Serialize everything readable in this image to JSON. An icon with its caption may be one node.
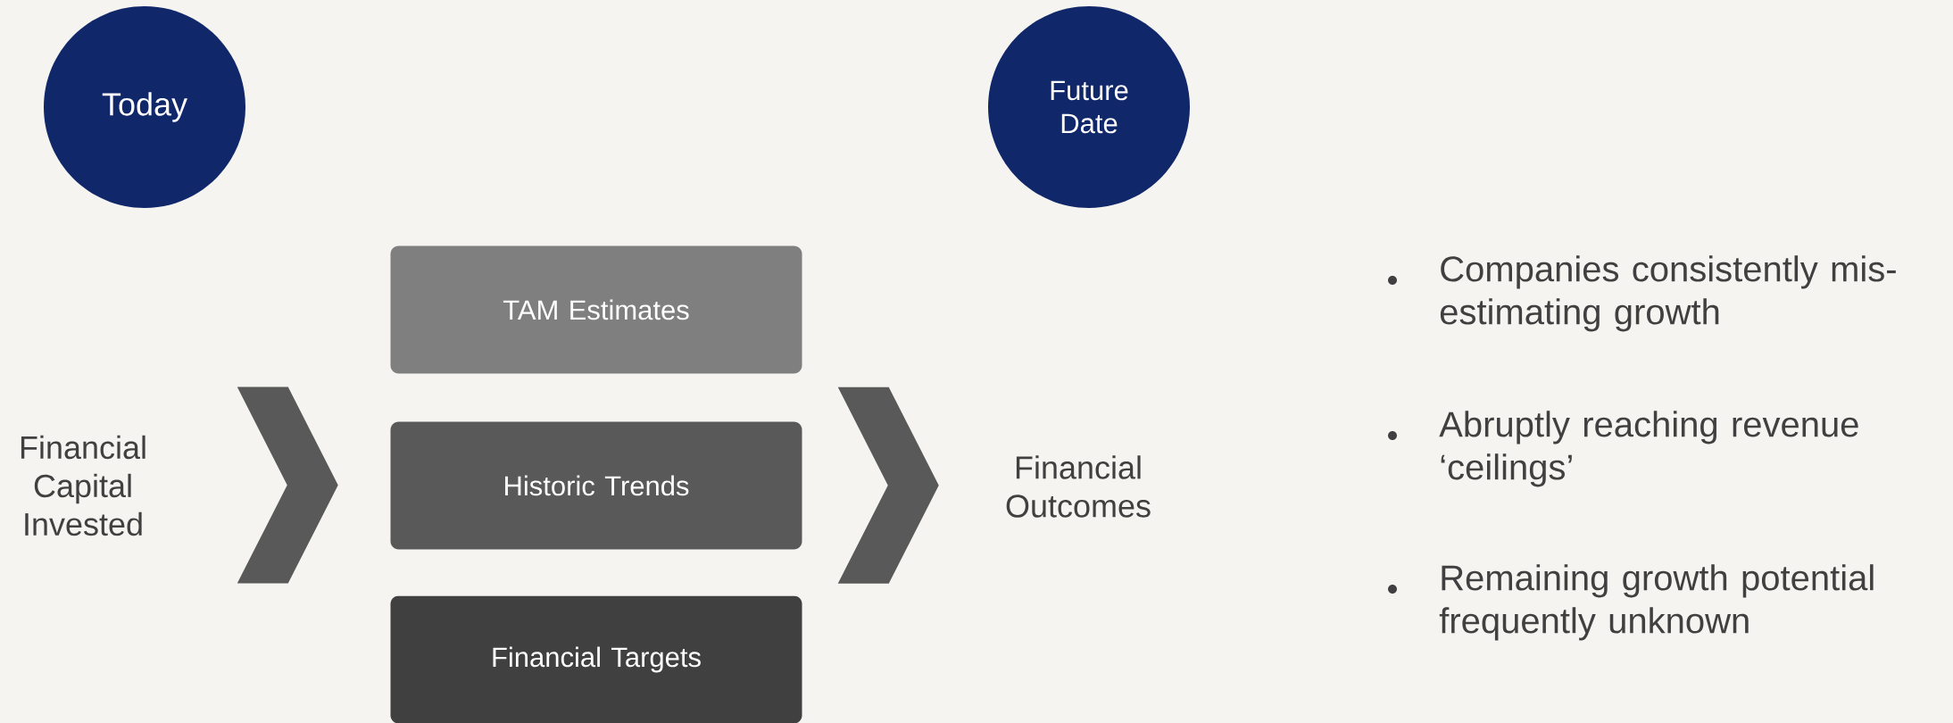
{
  "diagram": {
    "nodes": [
      {
        "text": [
          "Today"
        ]
      },
      {
        "text": [
          "Future Date"
        ]
      },
      {
        "text": [
          "Financial Capital Invested"
        ]
      },
      {
        "text": [
          "TAM Estimates"
        ]
      },
      {
        "text": [
          "Historic Trends"
        ]
      },
      {
        "text": [
          "Financial Targets"
        ]
      },
      {
        "text": [
          "Financial Outcomes"
        ]
      }
    ],
    "edges": [
      {
        "from": 2,
        "to": 3,
        "arrow": "to"
      },
      {
        "from": 2,
        "to": 4,
        "arrow": "to"
      },
      {
        "from": 2,
        "to": 5,
        "arrow": "to"
      },
      {
        "from": 3,
        "to": 6,
        "arrow": "to"
      },
      {
        "from": 4,
        "to": 6,
        "arrow": "to"
      },
      {
        "from": 5,
        "to": 6,
        "arrow": "to"
      }
    ],
    "labels": [
      "Companies consistently mis-estimating growth",
      "Abruptly reaching revenue ‘ceilings’",
      "Remaining growth potential frequently unknown"
    ]
  }
}
